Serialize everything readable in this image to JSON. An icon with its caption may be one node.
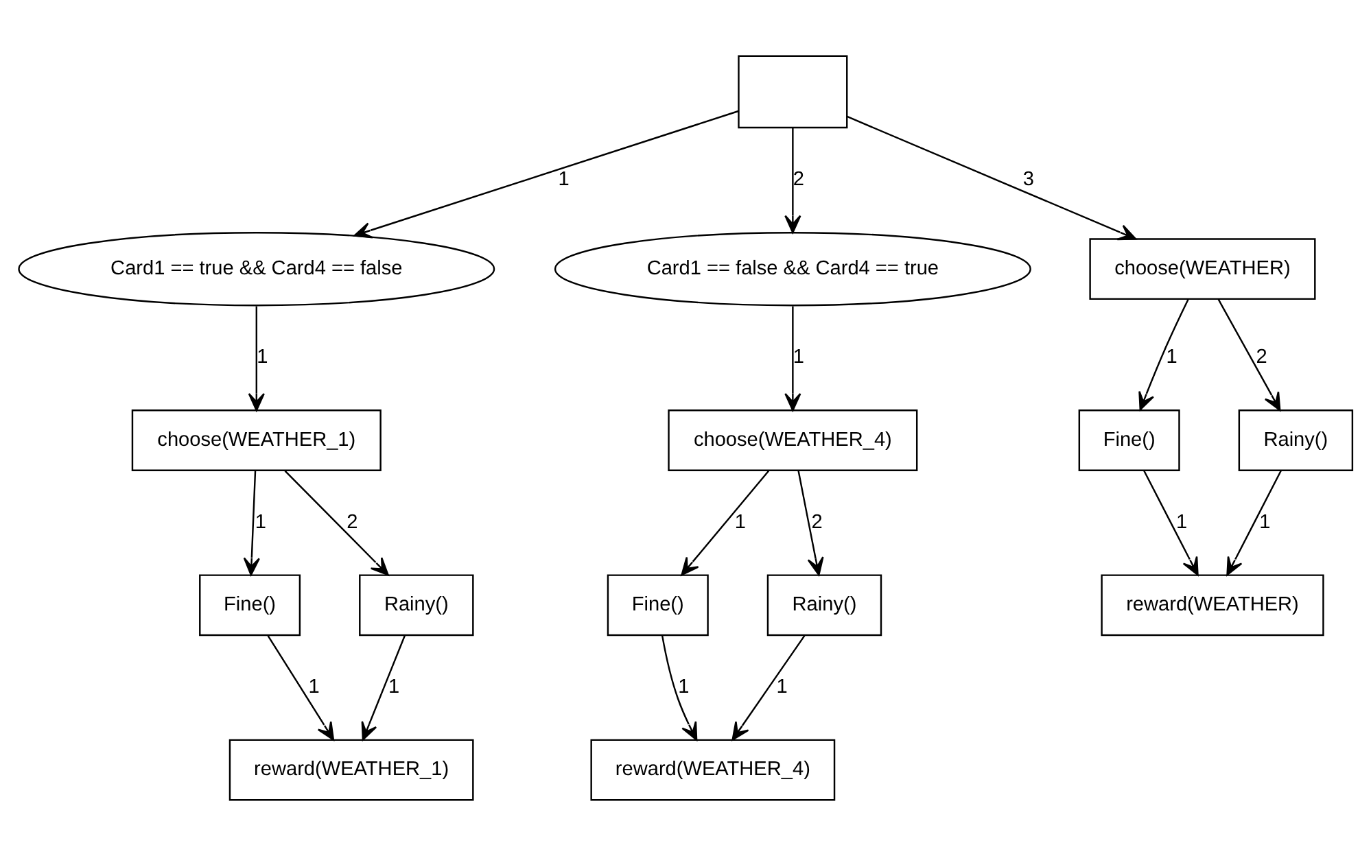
{
  "diagram": {
    "nodes": [
      {
        "text": [],
        "shape": "box"
      },
      {
        "text": [
          "Card1 == true && Card4 == false"
        ]
      },
      {
        "text": [
          "Card1 == false && Card4 == true"
        ]
      },
      {
        "text": [
          "choose(WEATHER)"
        ]
      },
      {
        "text": [
          "Fine()"
        ]
      },
      {
        "text": [
          "Rainy()"
        ]
      },
      {
        "text": [
          "reward(WEATHER)"
        ]
      },
      {
        "text": [
          "choose(WEATHER_1)"
        ]
      },
      {
        "text": [
          "Fine()"
        ]
      },
      {
        "text": [
          "Rainy()"
        ]
      },
      {
        "text": [
          "reward(WEATHER_1)"
        ]
      },
      {
        "text": [
          "choose(WEATHER_4)"
        ]
      },
      {
        "text": [
          "Fine()"
        ]
      },
      {
        "text": [
          "Rainy()"
        ]
      },
      {
        "text": [
          "reward(WEATHER_4)"
        ]
      }
    ],
    "edges": [
      {
        "from": 0,
        "to": 3,
        "arrow": "to",
        "label": "3"
      },
      {
        "from": 0,
        "to": 1,
        "arrow": "to",
        "label": "1"
      },
      {
        "from": 0,
        "to": 2,
        "arrow": "to",
        "label": "2"
      },
      {
        "from": 1,
        "to": 7,
        "arrow": "to",
        "label": "1"
      },
      {
        "from": 2,
        "to": 11,
        "arrow": "to",
        "label": "1"
      },
      {
        "from": 3,
        "to": 4,
        "arrow": "to",
        "label": "1"
      },
      {
        "from": 3,
        "to": 5,
        "arrow": "to",
        "label": "2"
      },
      {
        "from": 4,
        "to": 6,
        "arrow": "to",
        "label": "1"
      },
      {
        "from": 5,
        "to": 6,
        "arrow": "to",
        "label": "1"
      },
      {
        "from": 7,
        "to": 8,
        "arrow": "to",
        "label": "1"
      },
      {
        "from": 7,
        "to": 9,
        "arrow": "to",
        "label": "2"
      },
      {
        "from": 8,
        "to": 10,
        "arrow": "to",
        "label": "1"
      },
      {
        "from": 9,
        "to": 10,
        "arrow": "to",
        "label": "1"
      },
      {
        "from": 11,
        "to": 12,
        "arrow": "to",
        "label": "1"
      },
      {
        "from": 11,
        "to": 13,
        "arrow": "to",
        "label": "2"
      },
      {
        "from": 12,
        "to": 14,
        "arrow": "to",
        "label": "1"
      },
      {
        "from": 13,
        "to": 14,
        "arrow": "to",
        "label": "1"
      }
    ]
  }
}
